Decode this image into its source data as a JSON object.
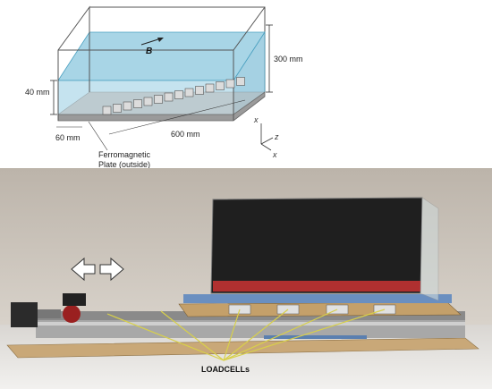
{
  "diagram": {
    "field_label": "B",
    "height_label": "300 mm",
    "water_label": "40 mm",
    "width_label": "60 mm",
    "length_label": "600 mm",
    "plate_label_line1": "Ferromagnetic",
    "plate_label_line2": "Plate (outside)",
    "axis_x_label": "x",
    "axis_y_label": "x",
    "axis_z_label": "z"
  },
  "photo": {
    "caption": "LOADCELLs"
  }
}
